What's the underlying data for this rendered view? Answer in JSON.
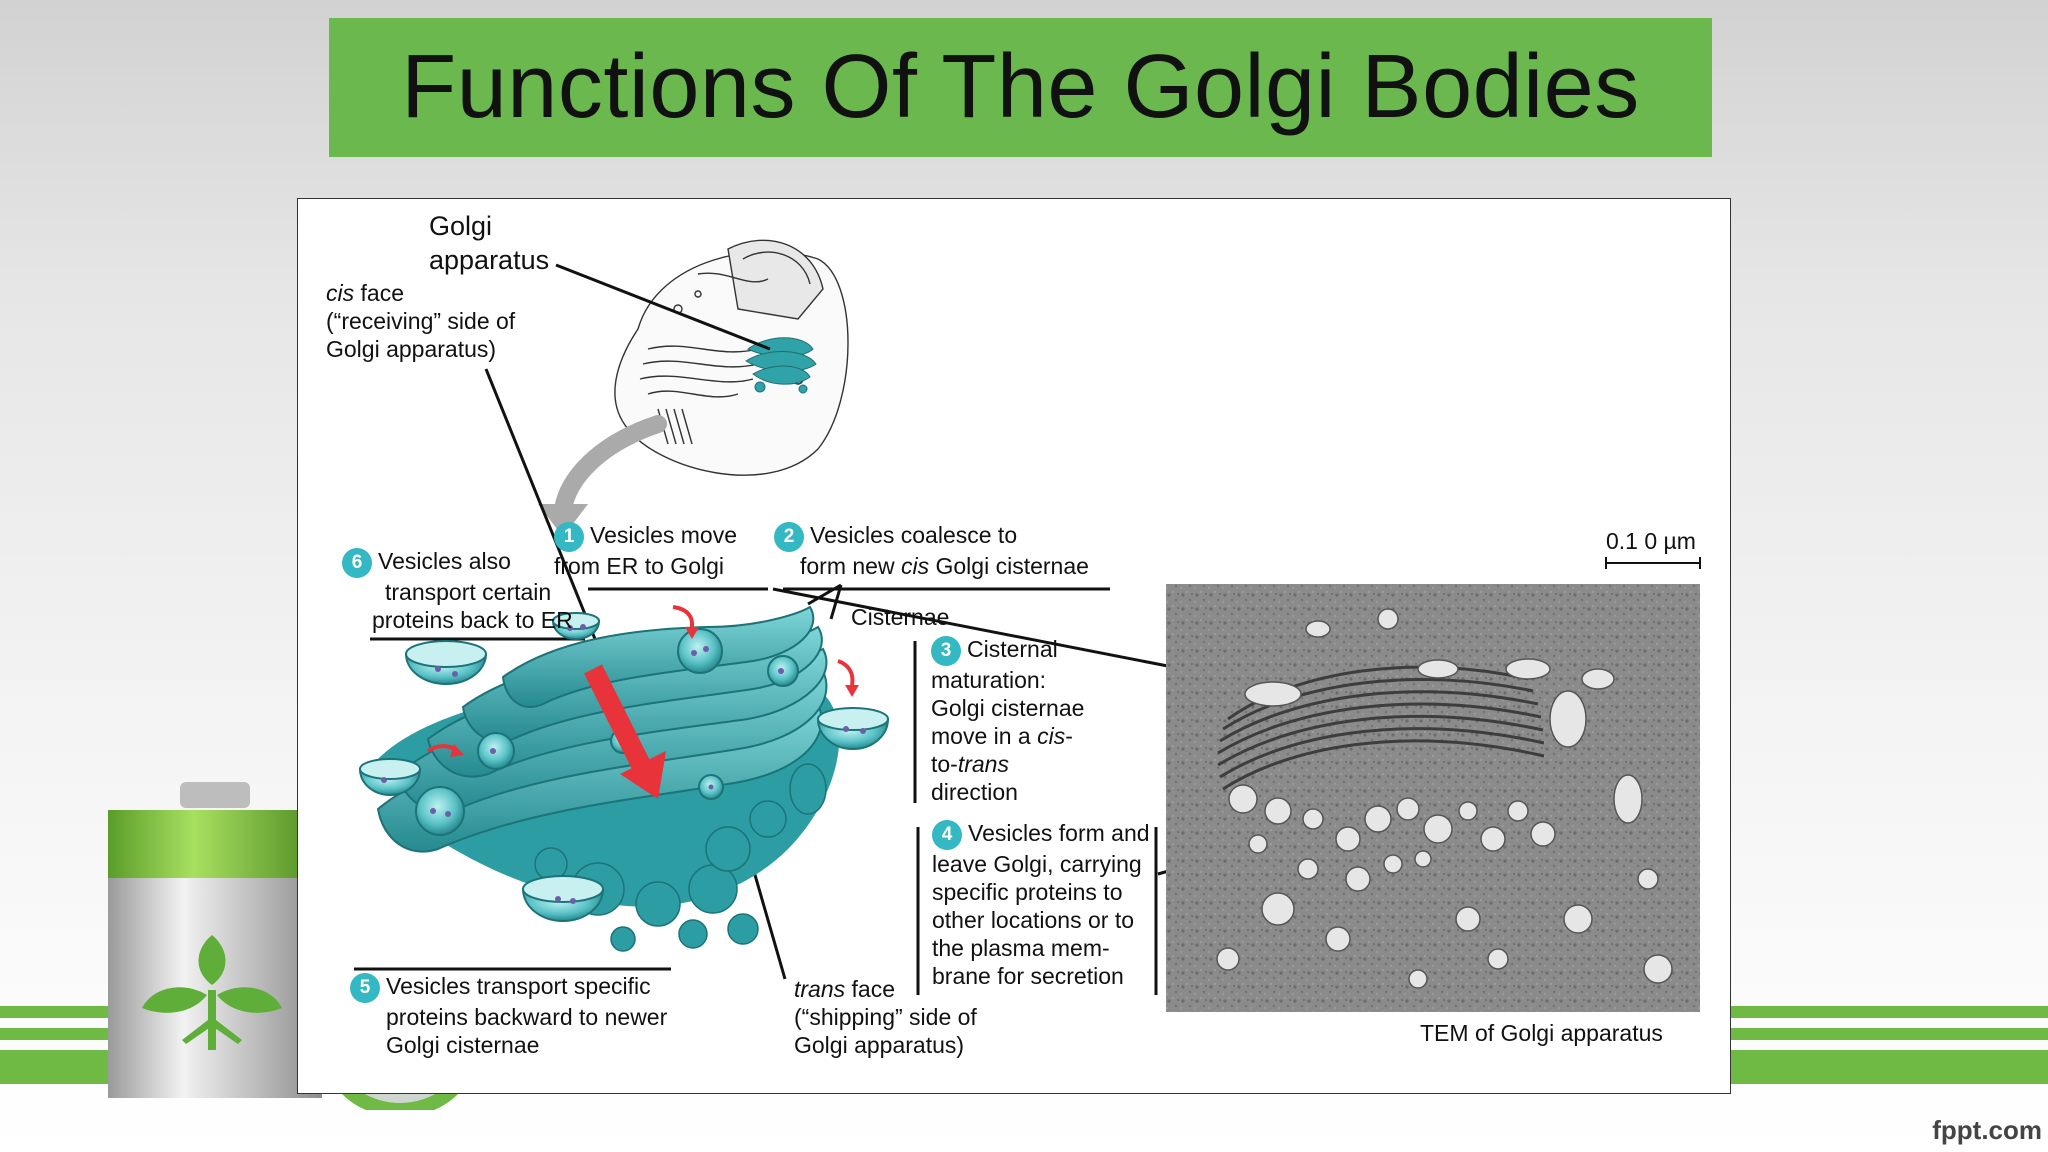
{
  "slide": {
    "title": "Functions Of The Golgi Bodies",
    "footer_brand": "fppt.com"
  },
  "figure": {
    "golgi_label_1": "Golgi",
    "golgi_label_2": "apparatus",
    "cis_face": {
      "line1_italic": "cis",
      "line1_rest": " face",
      "line2": "(“receiving” side of",
      "line3": "Golgi apparatus)"
    },
    "trans_face": {
      "line1_italic": "trans",
      "line1_rest": " face",
      "line2": "(“shipping” side of",
      "line3": "Golgi apparatus)"
    },
    "cisternae_label": "Cisternae",
    "scale_bar": "0.1 0 µm",
    "tem_caption": "TEM of Golgi apparatus",
    "steps": [
      {
        "num": "1",
        "lines": [
          "Vesicles move",
          "from ER to Golgi"
        ]
      },
      {
        "num": "2",
        "line1": "Vesicles coalesce to",
        "line2_pre": "form new ",
        "line2_italic": "cis",
        "line2_post": " Golgi cisternae"
      },
      {
        "num": "3",
        "line1": "Cisternal",
        "line2": "maturation:",
        "line3": "Golgi cisternae",
        "line4_pre": "move in a ",
        "line4_italic": "cis",
        "line4_post": "-",
        "line5_pre": "to-",
        "line5_italic": "trans",
        "line6": "direction"
      },
      {
        "num": "4",
        "lines": [
          "Vesicles form and",
          "leave Golgi, carrying",
          "specific proteins to",
          "other locations or to",
          "the plasma mem-",
          "brane for secretion"
        ]
      },
      {
        "num": "5",
        "lines": [
          "Vesicles transport specific",
          "proteins backward to newer",
          "Golgi cisternae"
        ]
      },
      {
        "num": "6",
        "lines": [
          "Vesicles also",
          "transport certain",
          "proteins back to ER"
        ]
      }
    ]
  },
  "colors": {
    "title_bg": "#6ab84e",
    "stripe": "#6fba45",
    "golgi_teal": "#2fa3a8",
    "badge": "#33b8c4",
    "arrow_red": "#e8333a"
  }
}
